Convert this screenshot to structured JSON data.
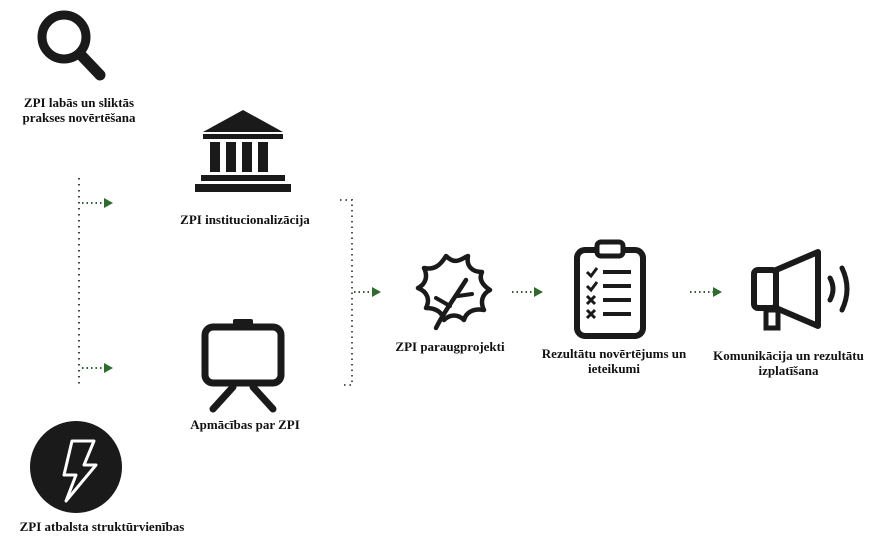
{
  "nodes": {
    "evaluation": {
      "label": "ZPI labās un sliktās prakses novērtēšana",
      "icon": "magnifier-icon"
    },
    "support": {
      "label": "ZPI atbalsta struktūrvienības",
      "icon": "lightning-icon"
    },
    "institutionalization": {
      "label": "ZPI institucionalizācija",
      "icon": "bank-building-icon"
    },
    "training": {
      "label": "Apmācības par ZPI",
      "icon": "presentation-board-icon"
    },
    "pilot_projects": {
      "label": "ZPI paraugprojekti",
      "icon": "leaf-icon"
    },
    "results_evaluation": {
      "label": "Rezultātu novērtējums un ieteikumi",
      "icon": "checklist-icon"
    },
    "communication": {
      "label": "Komunikācija un rezultātu izplatīšana",
      "icon": "megaphone-icon"
    }
  },
  "colors": {
    "icon": "#1a1a1a",
    "connector_dots": "#2f5d2f",
    "arrow_head": "#2f6b2f",
    "bracket": "#555555"
  }
}
